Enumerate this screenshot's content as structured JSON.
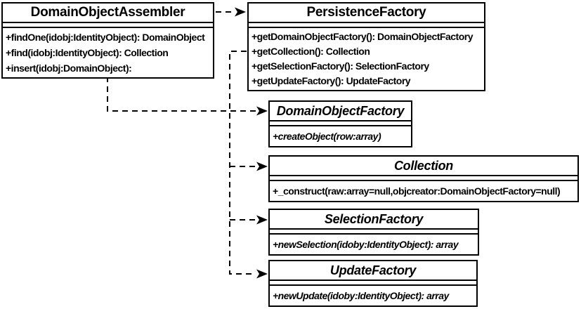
{
  "diagram": {
    "type": "uml-class-diagram",
    "colors": {
      "line": "#000000",
      "background": "#ffffff"
    },
    "classes": [
      {
        "name": "DomainObjectAssembler",
        "abstract": false,
        "attributes": [],
        "methods": [
          "+findOne(idobj:IdentityObject): DomainObject",
          "+find(idobj:IdentityObject): Collection",
          "+insert(idobj:DomainObject):"
        ]
      },
      {
        "name": "PersistenceFactory",
        "abstract": false,
        "attributes": [],
        "methods": [
          "+getDomainObjectFactory(): DomainObjectFactory",
          "+getCollection(): Collection",
          "+getSelectionFactory(): SelectionFactory",
          "+getUpdateFactory(): UpdateFactory"
        ]
      },
      {
        "name": "DomainObjectFactory",
        "abstract": true,
        "attributes": [],
        "methods": [
          "+createObject(row:array)"
        ]
      },
      {
        "name": "Collection",
        "abstract": true,
        "attributes": [],
        "methods": [
          "+_construct(raw:array=null,objcreator:DomainObjectFactory=null)"
        ]
      },
      {
        "name": "SelectionFactory",
        "abstract": true,
        "attributes": [],
        "methods": [
          "+newSelection(idoby:IdentityObject): array"
        ]
      },
      {
        "name": "UpdateFactory",
        "abstract": true,
        "attributes": [],
        "methods": [
          "+newUpdate(idoby:IdentityObject): array"
        ]
      }
    ],
    "relations": [
      {
        "from": "DomainObjectAssembler",
        "to": "PersistenceFactory",
        "style": "dashed-arrow"
      },
      {
        "from": "DomainObjectAssembler",
        "to": "DomainObjectFactory",
        "style": "dashed-arrow"
      },
      {
        "from": "PersistenceFactory",
        "to": "Collection",
        "style": "dashed-arrow"
      },
      {
        "from": "PersistenceFactory",
        "to": "SelectionFactory",
        "style": "dashed-arrow"
      },
      {
        "from": "PersistenceFactory",
        "to": "UpdateFactory",
        "style": "dashed-arrow"
      }
    ]
  }
}
